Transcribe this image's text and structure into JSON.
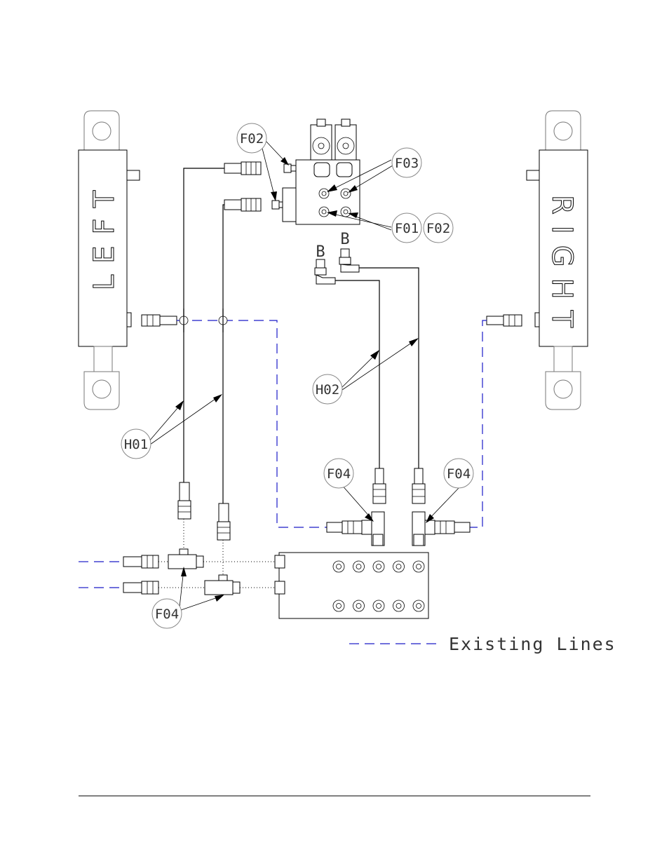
{
  "cylinders": {
    "left": "LEFT",
    "right": "RIGHT"
  },
  "ports": {
    "b_left": "B",
    "b_right": "B"
  },
  "callouts": {
    "f02_top": "F02",
    "f03": "F03",
    "f01": "F01",
    "f02_right": "F02",
    "h02": "H02",
    "h01": "H01",
    "f04_mid_left": "F04",
    "f04_mid_right": "F04",
    "f04_bottom": "F04"
  },
  "legend": {
    "existing_lines": "Existing Lines"
  },
  "colors": {
    "existing_line": "#1a1ac8",
    "line": "#000000"
  }
}
